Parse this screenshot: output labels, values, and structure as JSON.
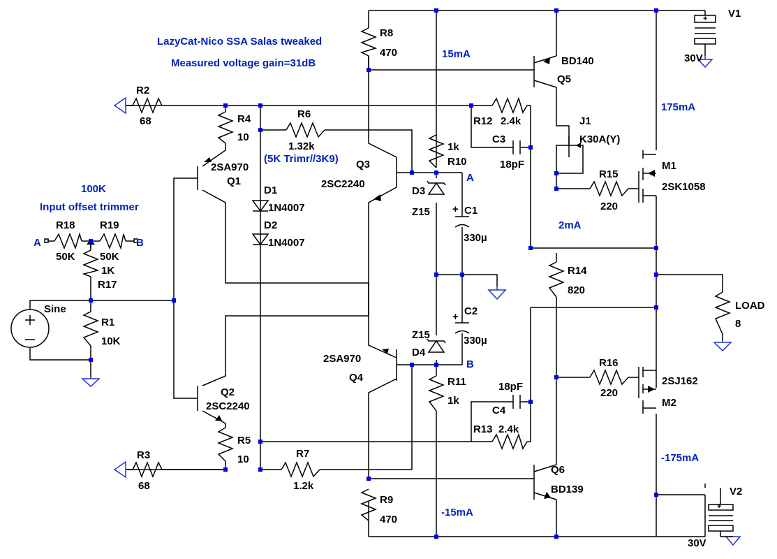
{
  "title_lines": [
    "LazyCat-Nico SSA Salas tweaked",
    "Measured voltage gain=31dB"
  ],
  "annotations": {
    "trim_value": "100K",
    "trim_title": "Input offset trimmer",
    "r6_note": "(5K Trimr//3K9)",
    "i_q5": "15mA",
    "i_q6": "-15mA",
    "i_m1": "175mA",
    "i_m2": "-175mA",
    "i_bias": "2mA",
    "node_a": "A",
    "node_b": "B",
    "pot_a": "A",
    "pot_b": "B"
  },
  "components": {
    "R1": {
      "name": "R1",
      "value": "10K"
    },
    "R2": {
      "name": "R2",
      "value": "68"
    },
    "R3": {
      "name": "R3",
      "value": "68"
    },
    "R4": {
      "name": "R4",
      "value": "10"
    },
    "R5": {
      "name": "R5",
      "value": "10"
    },
    "R6": {
      "name": "R6",
      "value": "1.32k"
    },
    "R7": {
      "name": "R7",
      "value": "1.2k"
    },
    "R8": {
      "name": "R8",
      "value": "470"
    },
    "R9": {
      "name": "R9",
      "value": "470"
    },
    "R10": {
      "name": "R10",
      "value": "1k"
    },
    "R11": {
      "name": "R11",
      "value": "1k"
    },
    "R12": {
      "name": "R12",
      "value": "2.4k"
    },
    "R13": {
      "name": "R13",
      "value": "2.4k"
    },
    "R14": {
      "name": "R14",
      "value": "820"
    },
    "R15": {
      "name": "R15",
      "value": "220"
    },
    "R16": {
      "name": "R16",
      "value": "220"
    },
    "R17": {
      "name": "R17",
      "value": "1K"
    },
    "R18": {
      "name": "R18",
      "value": "50K"
    },
    "R19": {
      "name": "R19",
      "value": "50K"
    },
    "LOAD": {
      "name": "LOAD",
      "value": "8"
    },
    "C1": {
      "name": "C1",
      "value": "330µ"
    },
    "C2": {
      "name": "C2",
      "value": "330µ"
    },
    "C3": {
      "name": "C3",
      "value": "18pF"
    },
    "C4": {
      "name": "C4",
      "value": "18pF"
    },
    "D1": {
      "name": "D1",
      "value": "1N4007"
    },
    "D2": {
      "name": "D2",
      "value": "1N4007"
    },
    "D3": {
      "name": "D3",
      "value": "Z15"
    },
    "D4": {
      "name": "D4",
      "value": "Z15"
    },
    "Q1": {
      "name": "Q1",
      "value": "2SA970"
    },
    "Q2": {
      "name": "Q2",
      "value": "2SC2240"
    },
    "Q3": {
      "name": "Q3",
      "value": "2SC2240"
    },
    "Q4": {
      "name": "Q4",
      "value": "2SA970"
    },
    "Q5": {
      "name": "Q5",
      "value": "BD140"
    },
    "Q6": {
      "name": "Q6",
      "value": "BD139"
    },
    "J1": {
      "name": "J1",
      "value": "K30A(Y)"
    },
    "M1": {
      "name": "M1",
      "value": "2SK1058"
    },
    "M2": {
      "name": "M2",
      "value": "2SJ162"
    },
    "V1": {
      "name": "V1",
      "value": "30V"
    },
    "V2": {
      "name": "V2",
      "value": "30V"
    },
    "SRC": {
      "name": "Sine"
    }
  }
}
